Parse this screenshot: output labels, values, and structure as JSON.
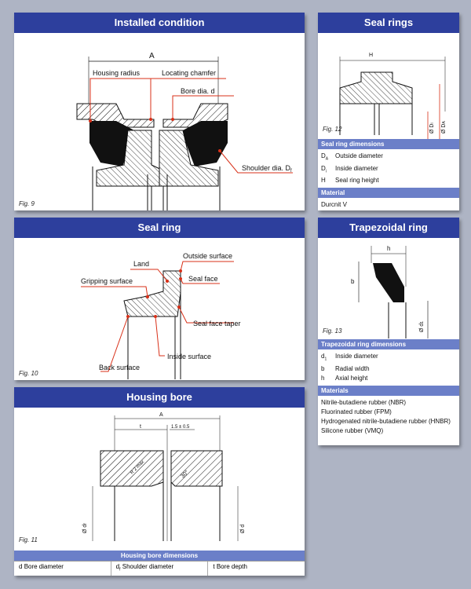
{
  "installed": {
    "title": "Installed condition",
    "fig": "Fig. 9",
    "labels": {
      "dim_a": "A",
      "housing_radius": "Housing radius",
      "locating_chamfer": "Locating chamfer",
      "bore_dia": "Bore dia. d",
      "shoulder_dia": "Shoulder dia. D",
      "shoulder_sub": "f"
    }
  },
  "seal_rings": {
    "title": "Seal rings",
    "fig": "Fig. 12",
    "labels": {
      "h": "H",
      "di": "Ø D",
      "di_sub": "i",
      "da": "Ø D",
      "da_sub": "A"
    },
    "dims_header": "Seal ring dimensions",
    "dims": [
      {
        "key": "D",
        "sub": "A",
        "desc": "Outside diameter"
      },
      {
        "key": "D",
        "sub": "i",
        "desc": "Inside diameter"
      },
      {
        "key": "H",
        "sub": "",
        "desc": "Seal ring height"
      }
    ],
    "material_header": "Material",
    "materials": [
      "Durcnit V"
    ]
  },
  "seal_ring": {
    "title": "Seal ring",
    "fig": "Fig. 10",
    "labels": {
      "land": "Land",
      "outside_surface": "Outside surface",
      "gripping_surface": "Gripping surface",
      "seal_face": "Seal face",
      "seal_face_taper": "Seal face taper",
      "back_surface": "Back surface",
      "inside_surface": "Inside surface"
    }
  },
  "trapezoidal": {
    "title": "Trapezoidal ring",
    "fig": "Fig. 13",
    "labels": {
      "h": "h",
      "b": "b",
      "d1": "Ø d",
      "d1_sub": "1"
    },
    "dims_header": "Trapezoidal ring dimensions",
    "dims": [
      {
        "key": "d",
        "sub": "1",
        "desc": "Inside diameter"
      },
      {
        "key": "b",
        "sub": "",
        "desc": "Radial width"
      },
      {
        "key": "h",
        "sub": "",
        "desc": "Axial height"
      }
    ],
    "material_header": "Materials",
    "materials": [
      "Nitrile-butadiene rubber (NBR)",
      "Fluorinated rubber (FPM)",
      "Hydrogenated nitrile-butadiene rubber (HNBR)",
      "Silicone rubber (VMQ)"
    ]
  },
  "housing_bore": {
    "title": "Housing bore",
    "fig": "Fig. 11",
    "labels": {
      "a": "A",
      "t": "t",
      "tol": "1.5 ± 0.5",
      "r": "R 2 max",
      "angle": "30°",
      "df": "Ø d",
      "df_sub": "f",
      "d": "Ø d"
    },
    "table_header": "Housing bore dimensions",
    "cells": [
      {
        "key": "d",
        "sub": "",
        "desc": "Bore diameter"
      },
      {
        "key": "d",
        "sub": "f",
        "desc": "Shoulder diameter"
      },
      {
        "key": "t",
        "sub": "",
        "desc": "Bore depth"
      }
    ]
  }
}
